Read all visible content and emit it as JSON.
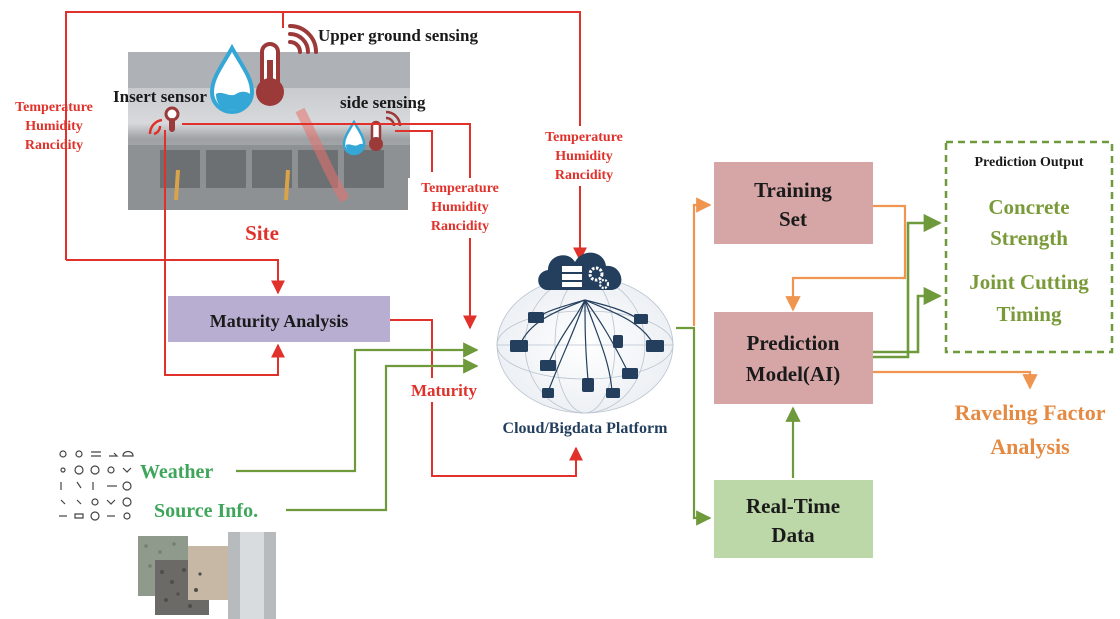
{
  "labels": {
    "upper_ground_sensing": "Upper ground sensing",
    "insert_sensor": "Insert sensor",
    "side_sensing": "side sensing",
    "site": "Site",
    "env_left": [
      "Temperature",
      "Humidity",
      "Rancidity"
    ],
    "env_mid": [
      "Temperature",
      "Humidity",
      "Rancidity"
    ],
    "env_top": [
      "Temperature",
      "Humidity",
      "Rancidity"
    ],
    "maturity_analysis": "Maturity Analysis",
    "maturity": "Maturity",
    "cloud_platform": "Cloud/Bigdata Platform",
    "weather": "Weather",
    "source_info": "Source Info.",
    "training_set": [
      "Training",
      "Set"
    ],
    "prediction_model": [
      "Prediction",
      "Model(AI)"
    ],
    "real_time_data": [
      "Real-Time",
      "Data"
    ],
    "prediction_output_title": "Prediction Output",
    "concrete_strength": [
      "Concrete",
      "Strength"
    ],
    "joint_cutting_timing": [
      "Joint Cutting",
      "Timing"
    ],
    "raveling_factor": [
      "Raveling Factor",
      "Analysis"
    ]
  },
  "colors": {
    "red": "#e0322b",
    "green_line": "#6f9a3c",
    "green_text": "#3fa55b",
    "orange": "#ef9550",
    "orange_text": "#e58a43",
    "olive_text": "#7a9a3a",
    "pink_box": "#d6a6a7",
    "lavender_box": "#b7aed1",
    "light_green_box": "#bcd7a8",
    "navy": "#243f5e",
    "thermo": "#9c3a3a",
    "droplet": "#35a7d6"
  },
  "icons": {
    "sensor_icons": [
      "droplet-icon",
      "thermometer-icon",
      "wifi-signal-icon"
    ],
    "cloud": "cloud-server-gear-icon",
    "weather_grid": "weather-icons-grid"
  }
}
